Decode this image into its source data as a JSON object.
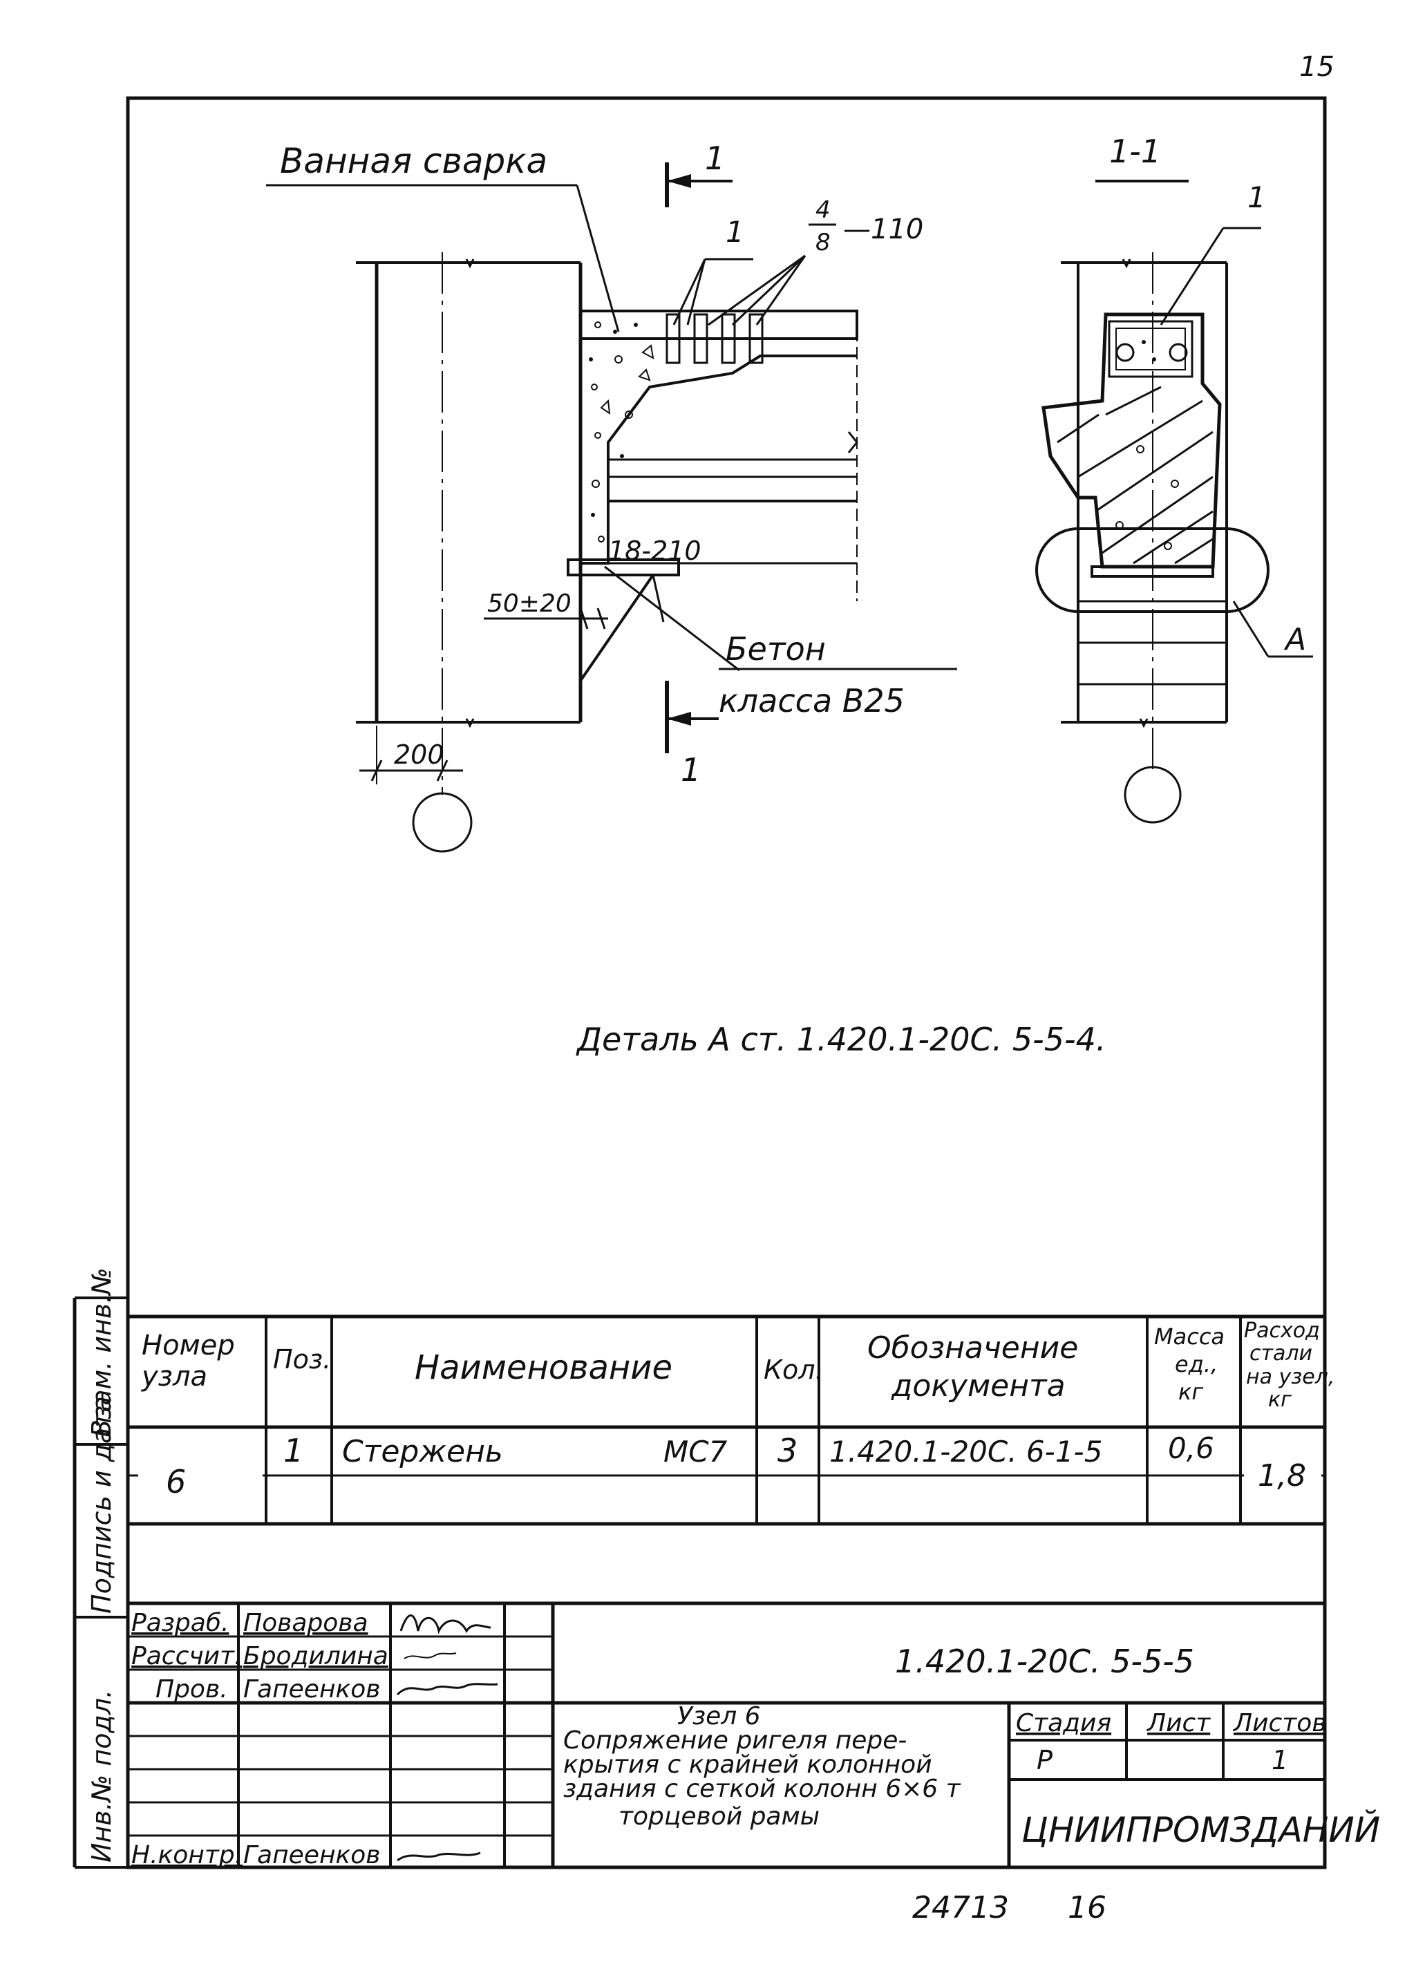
{
  "page_number": "15",
  "drawing": {
    "label_welding": "Ванная сварка",
    "section_mark_top": "1",
    "section_mark_bottom": "1",
    "callout_1": "1",
    "callout_bars_num": "4",
    "callout_bars_den": "8",
    "callout_bars_spacing": "—110",
    "dim_weld": "18-210",
    "dim_gap": "50±20",
    "label_concrete_1": "Бетон",
    "label_concrete_2": "класса  В25",
    "dim_200": "200",
    "section_title": "1-1",
    "section_callout_1": "1",
    "detail_label_A": "А",
    "detail_reference": "Деталь А ст. 1.420.1-20С. 5-5-4."
  },
  "spec_table": {
    "headers": [
      "Номер узла",
      "Поз.",
      "Наименование",
      "Кол.",
      "Обозначение документа",
      "Масса ед., кг",
      "Расход стали на узел, кг"
    ],
    "row": {
      "node": "6",
      "pos": "1",
      "name": "Стержень",
      "mark": "МС7",
      "qty": "3",
      "doc": "1.420.1-20С. 6-1-5",
      "mass": "0,6",
      "total": "1,8"
    }
  },
  "title_block": {
    "roles": [
      "Разраб.",
      "Рассчит.",
      "Пров.",
      "Н.контр."
    ],
    "names": [
      "Поварова",
      "Бродилина",
      "Гапеенков",
      "Гапеенков"
    ],
    "code": "1.420.1-20С. 5-5-5",
    "title_lines": [
      "Узел 6",
      "Сопряжение ригеля пере-",
      "крытия с крайней колонной",
      "здания с сеткой колонн 6×6 т",
      "торцевой рамы"
    ],
    "stage_label": "Стадия",
    "sheet_label": "Лист",
    "sheets_label": "Листов",
    "stage": "Р",
    "sheets": "1",
    "organization": "ЦНИИПРОМЗДАНИЙ"
  },
  "side_stamp": [
    "Инв.№ подл.",
    "Подпись и дата",
    "Взам. инв.№"
  ],
  "bottom_numbers": [
    "24713",
    "16"
  ]
}
